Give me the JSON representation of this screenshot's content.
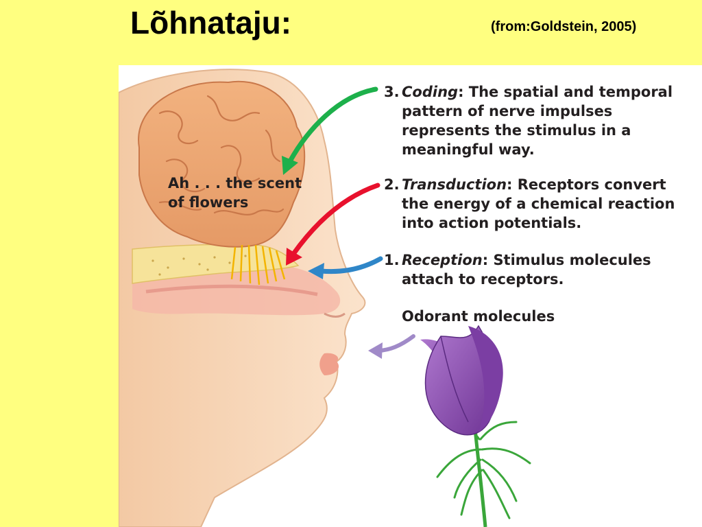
{
  "header": {
    "title": "Lõhnataju:",
    "source": "(from:Goldstein, 2005)"
  },
  "figure": {
    "thought": {
      "line1": "Ah . . . the scent",
      "line2": "of flowers"
    },
    "steps": [
      {
        "number": "3.",
        "term": "Coding",
        "lines": [
          "The spatial and temporal",
          "pattern of nerve impulses",
          "represents the stimulus in a",
          "meaningful way."
        ],
        "arrow_color": "#1db04b"
      },
      {
        "number": "2.",
        "term": "Transduction",
        "lines": [
          "Receptors convert",
          "the energy of a chemical reaction",
          "into action potentials."
        ],
        "arrow_color": "#e8112d"
      },
      {
        "number": "1.",
        "term": "Reception",
        "lines": [
          "Stimulus molecules",
          "attach to receptors."
        ],
        "arrow_color": "#2f86c8"
      }
    ],
    "odorant_label": "Odorant molecules",
    "odorant_arrow_color": "#a08ac8",
    "flower_color": "#8e4fb0",
    "stem_color": "#3aa63a"
  }
}
